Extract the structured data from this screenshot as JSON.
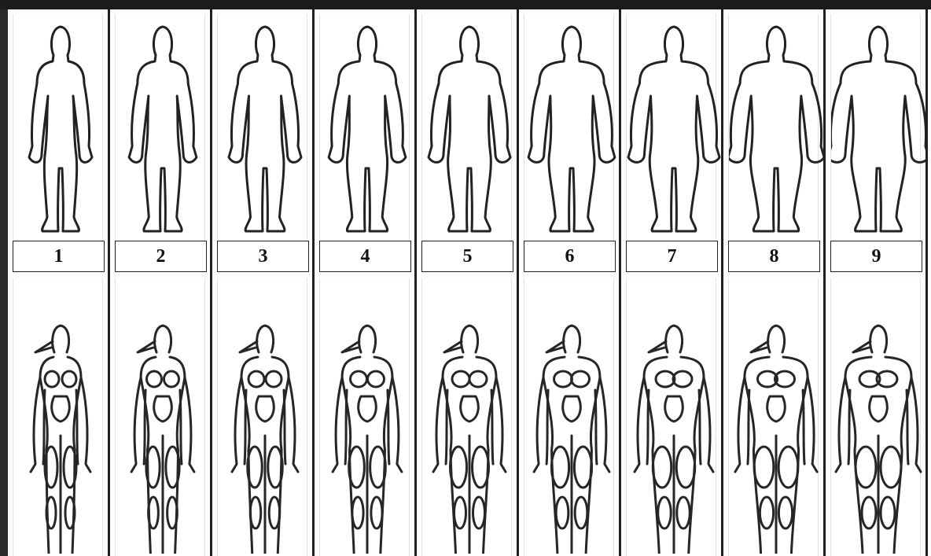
{
  "figures": [
    {
      "label": "1",
      "build": 0.0
    },
    {
      "label": "2",
      "build": 0.12
    },
    {
      "label": "3",
      "build": 0.25
    },
    {
      "label": "4",
      "build": 0.37
    },
    {
      "label": "5",
      "build": 0.5
    },
    {
      "label": "6",
      "build": 0.62
    },
    {
      "label": "7",
      "build": 0.75
    },
    {
      "label": "8",
      "build": 0.88
    },
    {
      "label": "9",
      "build": 1.0
    }
  ]
}
